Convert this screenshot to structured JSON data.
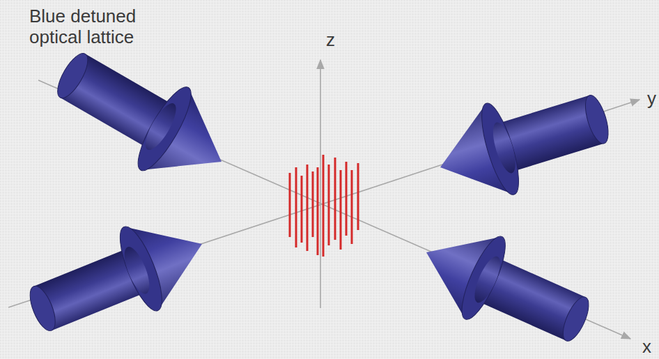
{
  "diagram": {
    "title": "Blue detuned optical lattice",
    "labels": [
      "z",
      "y",
      "x"
    ]
  }
}
